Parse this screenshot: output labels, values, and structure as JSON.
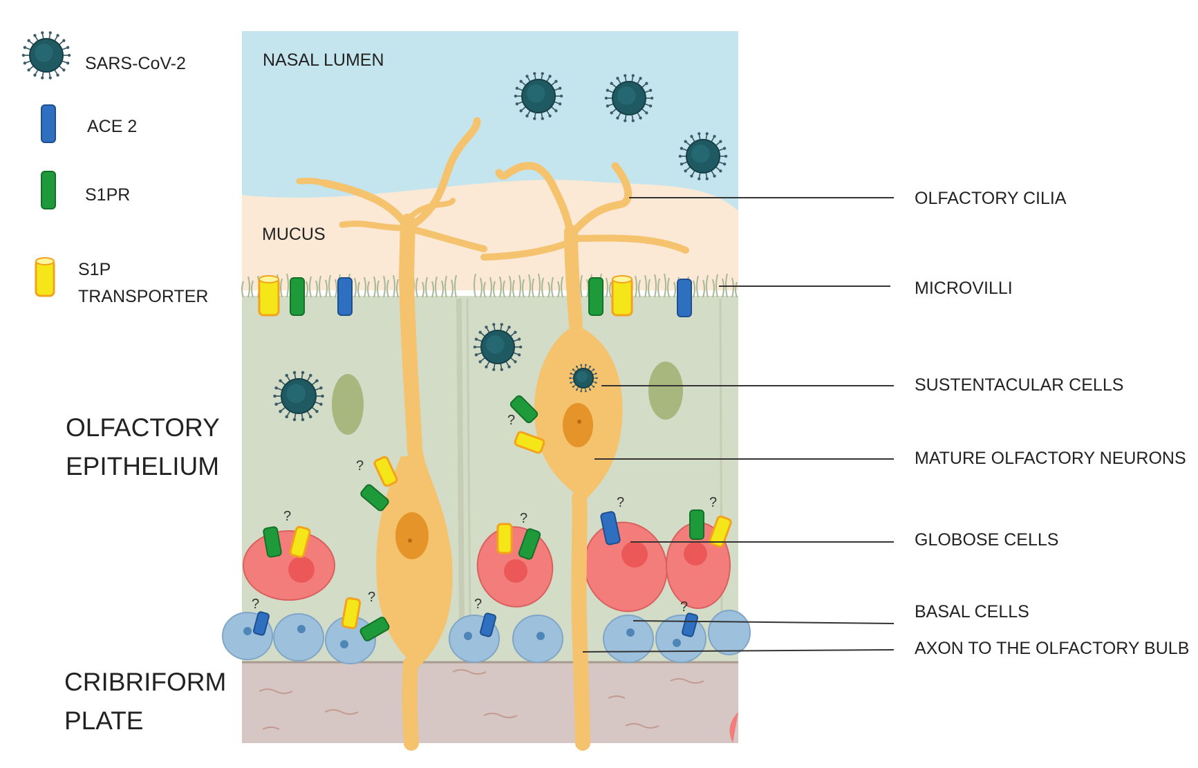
{
  "legend": {
    "items": [
      {
        "key": "virus",
        "label": "SARS-CoV-2",
        "color": "#1f5a63"
      },
      {
        "key": "ace2",
        "label": "ACE 2",
        "color": "#2f6fbf"
      },
      {
        "key": "s1pr",
        "label": "S1PR",
        "color": "#1f9a3a"
      },
      {
        "key": "s1p",
        "label": "S1P",
        "label2": "TRANSPORTER",
        "color": "#f5e61a"
      }
    ]
  },
  "regions": {
    "nasal_lumen": "NASAL LUMEN",
    "mucus": "MUCUS",
    "epithelium_line1": "OLFACTORY",
    "epithelium_line2": "EPITHELIUM",
    "plate_line1": "CRIBRIFORM",
    "plate_line2": "PLATE"
  },
  "callouts": [
    {
      "key": "cilia",
      "label": "OLFACTORY CILIA"
    },
    {
      "key": "microvilli",
      "label": "MICROVILLI"
    },
    {
      "key": "sustentacular",
      "label": "SUSTENTACULAR CELLS"
    },
    {
      "key": "neurons",
      "label": "MATURE OLFACTORY NEURONS"
    },
    {
      "key": "globose",
      "label": "GLOBOSE CELLS"
    },
    {
      "key": "basal",
      "label": "BASAL CELLS"
    },
    {
      "key": "axon",
      "label": "AXON TO THE OLFACTORY BULB"
    }
  ],
  "question_mark": "?",
  "colors": {
    "lumen": "#c4e5ee",
    "mucus": "#fbe9d6",
    "epithelium": "#d3dcc6",
    "plate": "#d6c6c4",
    "neuron": "#f5c26e",
    "globose": "#f07d7d",
    "basal": "#9dc0dc"
  }
}
